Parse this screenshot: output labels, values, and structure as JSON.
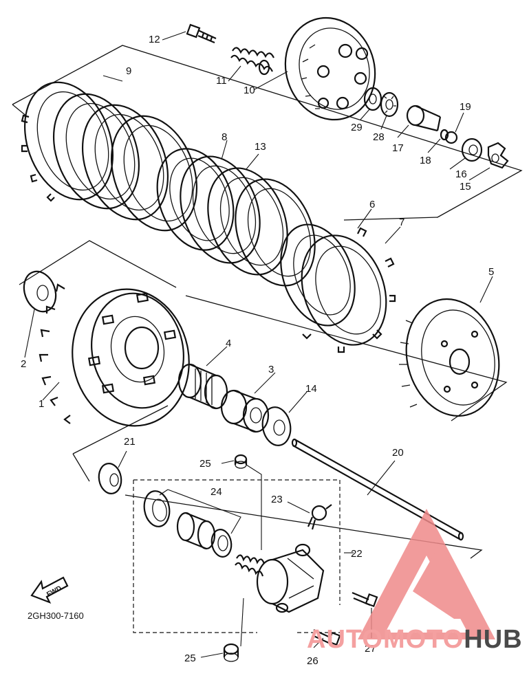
{
  "diagram": {
    "title": "",
    "drawing_code": "2GH300-7160",
    "direction_arrow": "FWD",
    "part_labels": [
      "1",
      "2",
      "3",
      "4",
      "5",
      "6",
      "7",
      "8",
      "9",
      "10",
      "11",
      "12",
      "13",
      "14",
      "15",
      "16",
      "17",
      "18",
      "19",
      "20",
      "21",
      "22",
      "23",
      "24",
      "25",
      "25",
      "26",
      "27",
      "28",
      "29"
    ]
  },
  "watermark": {
    "text_part1": "AUTOMOTO",
    "text_part2": "HUB",
    "color_part1": "#f4a0a0",
    "color_part2": "#4a4a4a",
    "logo_color": "#ef8a8a"
  }
}
